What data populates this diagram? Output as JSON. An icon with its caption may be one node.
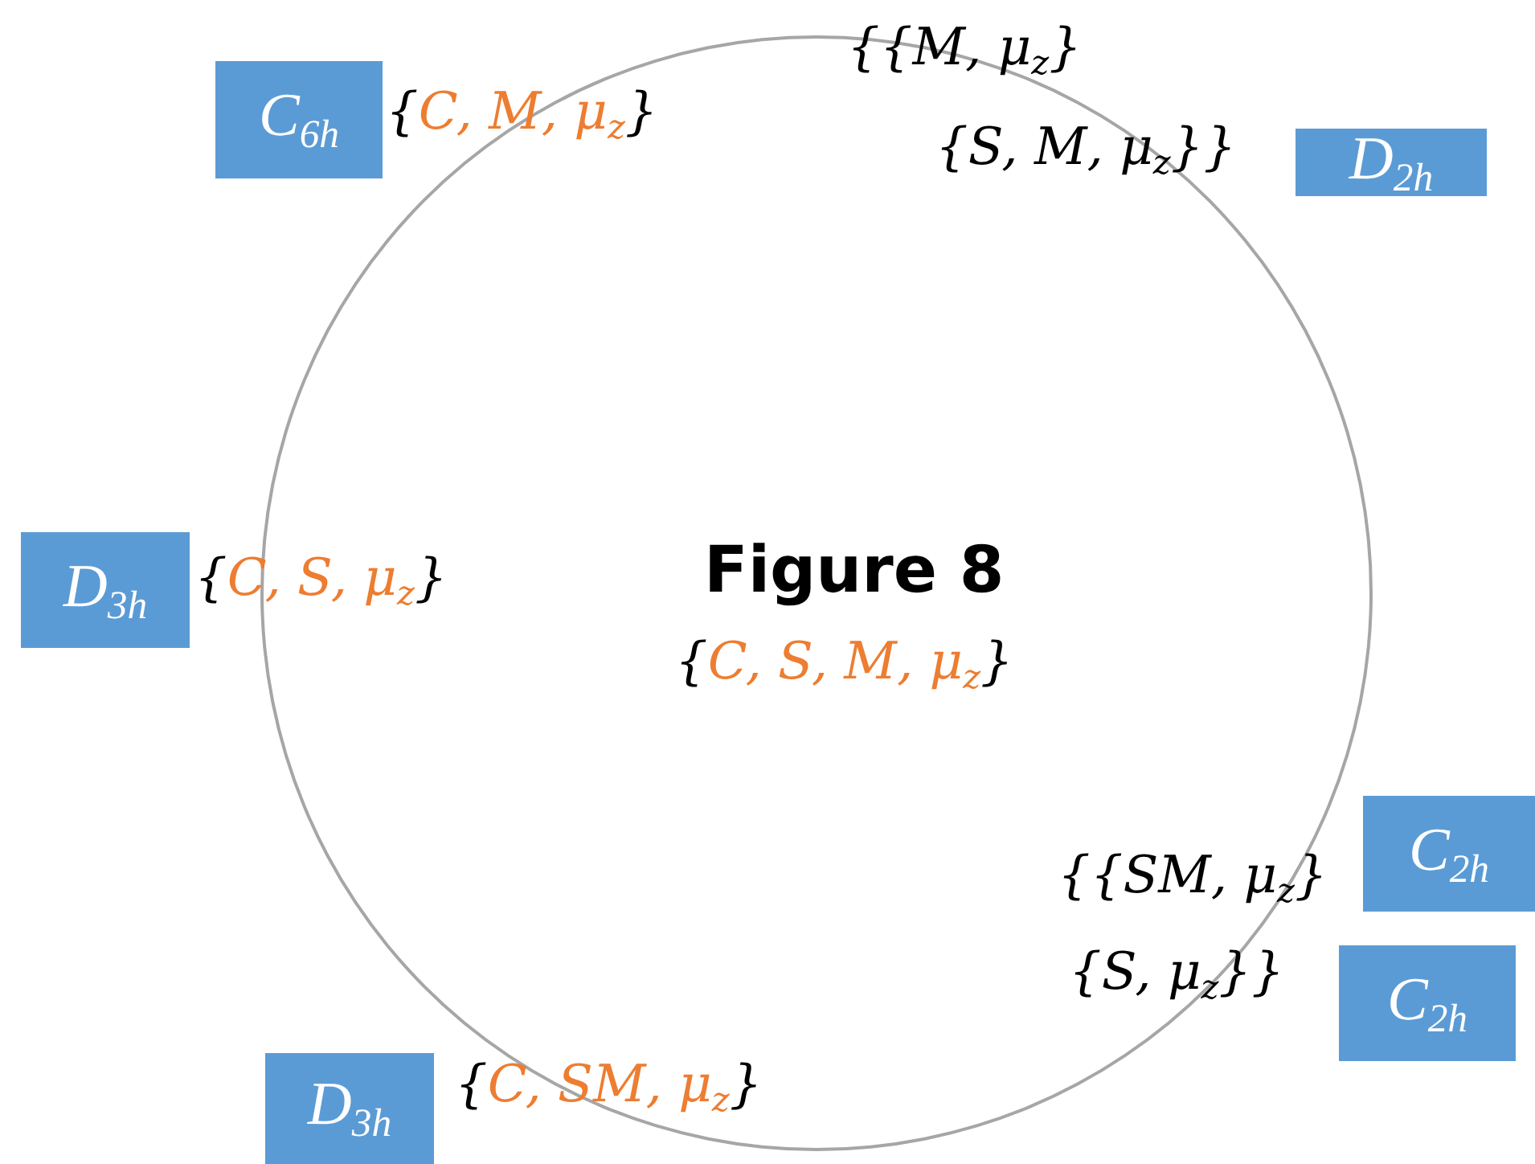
{
  "diagram": {
    "nodes": [
      {
        "text": [
          "Figure 8",
          "{C, S, M, μ$_{z}$}"
        ]
      },
      {
        "text": [
          "C$_{6h}$"
        ],
        "beside": [
          "{C, M, μ$_{z}$}"
        ]
      },
      {
        "text": [
          "D$_{2h}$"
        ]
      },
      {
        "text": [
          "D$_{3h}$"
        ],
        "beside": [
          "{C, S, μ$_{z}$}"
        ]
      },
      {
        "text": [
          "C$_{2h}$"
        ]
      },
      {
        "text": [
          "C$_{2h}$"
        ]
      },
      {
        "text": [
          "D$_{3h}$"
        ],
        "beside": [
          "{C, SM, μ$_{z}$}"
        ]
      }
    ],
    "labels": [
      "{{M, μ$_{z}$}",
      "{S, M, μ$_{z}$}}",
      "{{SM, μ$_{z}$}",
      "{S, μ$_{z}$}}"
    ]
  }
}
